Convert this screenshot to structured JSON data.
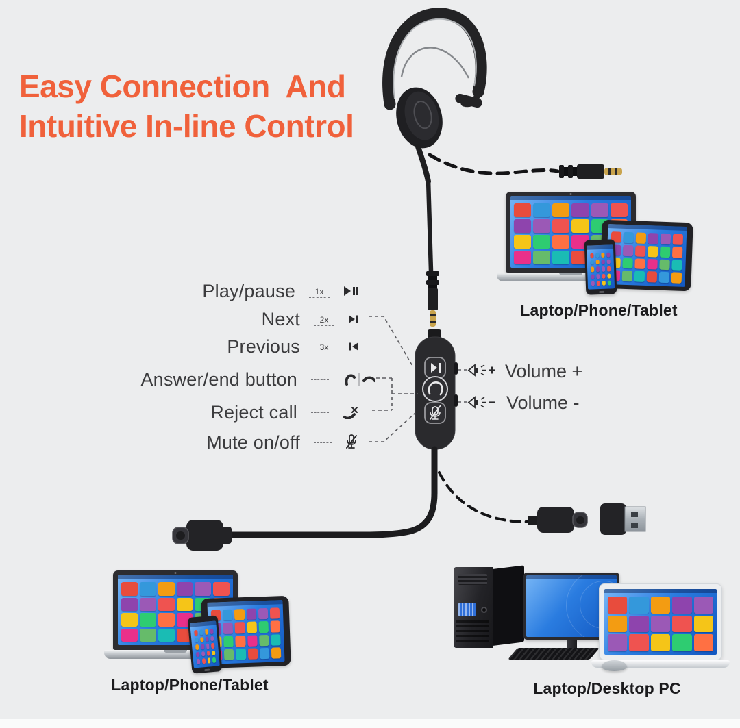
{
  "colors": {
    "background": "#ecedee",
    "accent_orange": "#f0613b",
    "text_dark": "#3b3b3d",
    "label_black": "#1b1b1d",
    "screen_blue": "#2a7ce0",
    "hardware_black": "#232326",
    "gold_tip": "#c9a44d",
    "app_icon_palette": [
      "#e84c3d",
      "#2ecc71",
      "#f39c12",
      "#e9308a",
      "#9b59b6",
      "#1abcb4",
      "#f5c518",
      "#3498db",
      "#ff7043",
      "#8e44ad",
      "#66bb6a",
      "#ef5350"
    ]
  },
  "title": {
    "line1": "Easy Connection  And",
    "line2": "Intuitive In-line Control"
  },
  "inline_controls": {
    "rows": [
      {
        "label": "Play/pause",
        "presses": "1x",
        "icon": "play-pause-icon"
      },
      {
        "label": "Next",
        "presses": "2x",
        "icon": "next-track-icon"
      },
      {
        "label": "Previous",
        "presses": "3x",
        "icon": "previous-track-icon"
      },
      {
        "label": "Answer/end button",
        "presses": "",
        "icon": "answer-end-call-icon"
      },
      {
        "label": "Reject call",
        "presses": "",
        "icon": "reject-call-icon"
      },
      {
        "label": "Mute on/off",
        "presses": "",
        "icon": "mic-mute-icon"
      }
    ],
    "volume_up_label": "Volume +",
    "volume_down_label": "Volume -"
  },
  "device_groups": {
    "top_right_label": "Laptop/Phone/Tablet",
    "bottom_left_label": "Laptop/Phone/Tablet",
    "bottom_right_label": "Laptop/Desktop PC"
  }
}
